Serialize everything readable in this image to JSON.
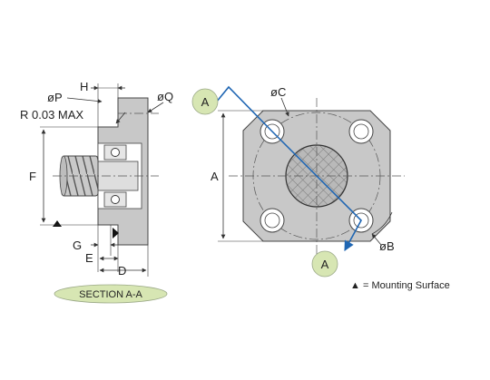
{
  "labels": {
    "phi_p": "øP",
    "h": "H",
    "phi_q": "øQ",
    "r_max": "R 0.03 MAX",
    "f": "F",
    "g": "G",
    "e": "E",
    "d": "D",
    "a_left": "A",
    "phi_c": "øC",
    "phi_b": "øB",
    "section_marker_top": "A",
    "section_marker_bottom": "A"
  },
  "section_caption": "SECTION A-A",
  "legend": {
    "symbol": "▲",
    "text": "= Mounting Surface"
  },
  "colors": {
    "body_fill": "#c8c8c8",
    "marker_fill": "#d7e6b3",
    "caption_fill": "#d7e6b3",
    "cut_line": "#1f66b3",
    "nut_hatch": "#8a8a8a"
  }
}
